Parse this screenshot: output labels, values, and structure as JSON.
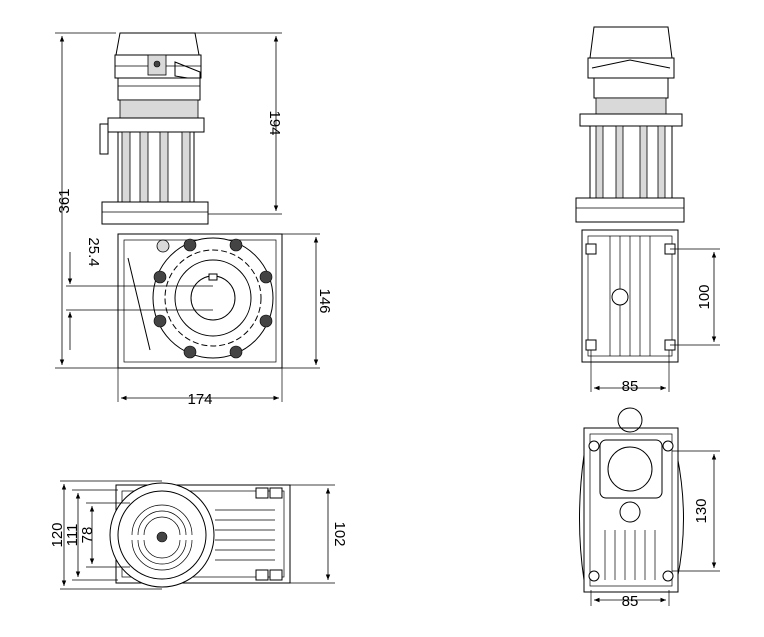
{
  "drawing": {
    "title": "",
    "units": "",
    "dimensions": {
      "front_total_height": "361",
      "front_motor_height": "194",
      "front_shaft_offset": "25.4",
      "front_gearbox_height": "146",
      "front_width": "174",
      "side_mount_spacing": "100",
      "side_width": "85",
      "top_width_outer": "120",
      "top_width_mid": "111",
      "top_width_inner": "78",
      "top_right_height": "102",
      "rear_mount_spacing": "130",
      "rear_width": "85"
    }
  }
}
